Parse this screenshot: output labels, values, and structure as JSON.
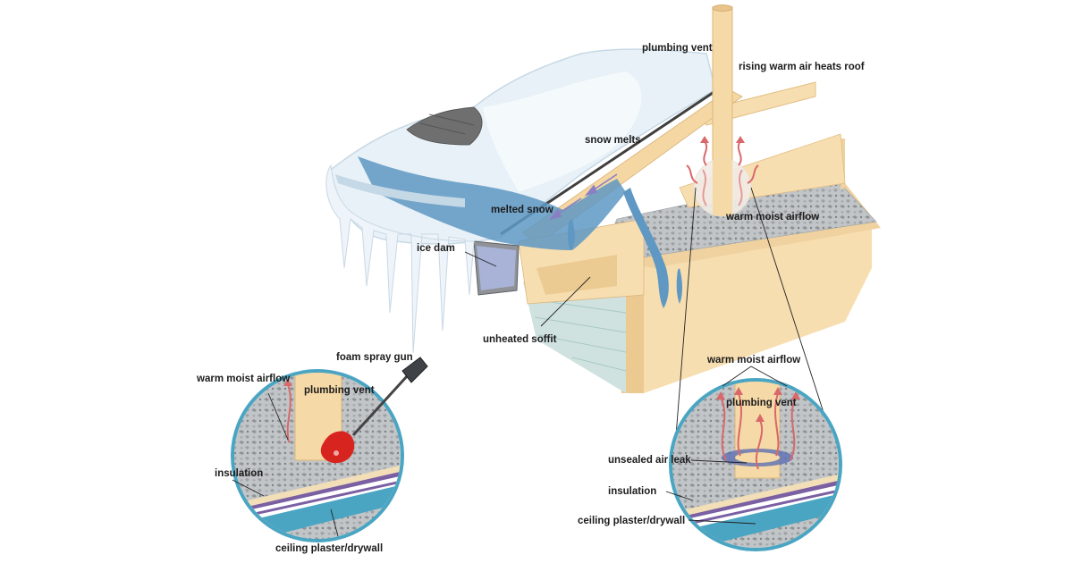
{
  "labels": {
    "plumbing_vent_top": "plumbing vent",
    "rising_warm_air": "rising warm air heats roof",
    "snow_melts": "snow melts",
    "melted_snow": "melted snow",
    "warm_moist_airflow_main": "warm moist airflow",
    "ice_dam": "ice dam",
    "unheated_soffit": "unheated soffit",
    "foam_spray_gun": "foam spray gun",
    "left_warm_moist_airflow": "warm moist airflow",
    "left_plumbing_vent": "plumbing vent",
    "left_insulation": "insulation",
    "left_ceiling": "ceiling plaster/drywall",
    "right_warm_moist_airflow": "warm moist airflow",
    "right_plumbing_vent": "plumbing vent",
    "right_unsealed_air_leak": "unsealed air leak",
    "right_insulation": "insulation",
    "right_ceiling": "ceiling plaster/drywall"
  },
  "colors": {
    "snow": "#e6f0f6",
    "snow_shadow": "#c5d8e6",
    "melt_water": "#5e98c3",
    "wood": "#f7deb0",
    "wood_dark": "#e9c48a",
    "vent": "#f5d9a6",
    "insulation": "#b9bcbe",
    "ceiling_blue": "#4aa5c2",
    "drywall_purple": "#7b5fa3",
    "warm_air": "#d9686b",
    "foam": "#d8241f",
    "ice": "#a9b3d8",
    "shingle": "#6f6f6f"
  }
}
